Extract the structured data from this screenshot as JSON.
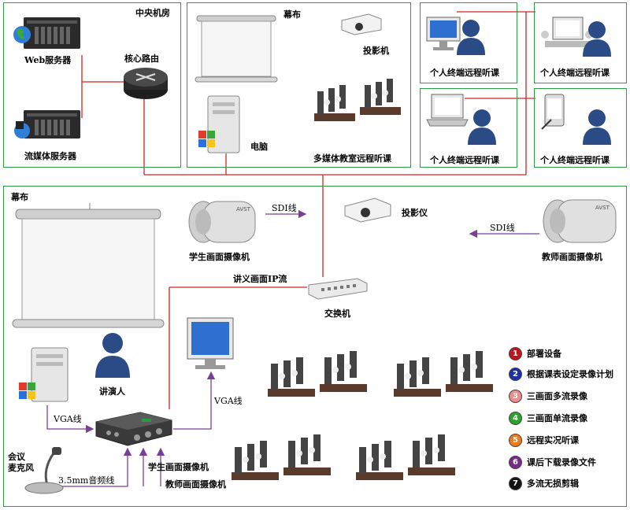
{
  "central_room": {
    "title": "中央机房",
    "web_server": "Web服务器",
    "core_router": "核心路由",
    "streaming_server": "流媒体服务器"
  },
  "remote_classroom": {
    "screen": "幕布",
    "projector": "投影机",
    "computer": "电脑",
    "caption": "多媒体教室远程听课"
  },
  "terminals": [
    {
      "label": "个人终端远程听课"
    },
    {
      "label": "个人终端远程听课"
    },
    {
      "label": "个人终端远程听课"
    },
    {
      "label": "个人终端远程听课"
    }
  ],
  "main_room": {
    "screen": "幕布",
    "student_camera": "学生画面摄像机",
    "sdi_line_left": "SDI线",
    "projector": "投影仪",
    "sdi_line_right": "SDI线",
    "teacher_camera": "教师画面摄像机",
    "lecture_stream": "讲义画面IP流",
    "switch": "交换机",
    "presenter": "讲演人",
    "vga_left": "VGA线",
    "vga_right": "VGA线",
    "mic": "会议\n麦克风",
    "mic_line1": "会议",
    "mic_line2": "麦克风",
    "audio_line": "3.5mm音频线",
    "input_student": "学生画面摄像机",
    "input_teacher": "教师画面摄像机",
    "camera_brand": "AVST"
  },
  "legend": [
    {
      "num": "1",
      "text": "部署设备",
      "color": "#c0141c"
    },
    {
      "num": "2",
      "text": "根据课表设定录像计划",
      "color": "#1a2fa8"
    },
    {
      "num": "3",
      "text": "三画面多流录像",
      "color": "#f08b8b"
    },
    {
      "num": "4",
      "text": "三画面单流录像",
      "color": "#2aa52a"
    },
    {
      "num": "5",
      "text": "远程实况听课",
      "color": "#f07a1a"
    },
    {
      "num": "6",
      "text": "课后下载录像文件",
      "color": "#7a2a8a"
    },
    {
      "num": "7",
      "text": "多流无损剪辑",
      "color": "#111111"
    }
  ]
}
